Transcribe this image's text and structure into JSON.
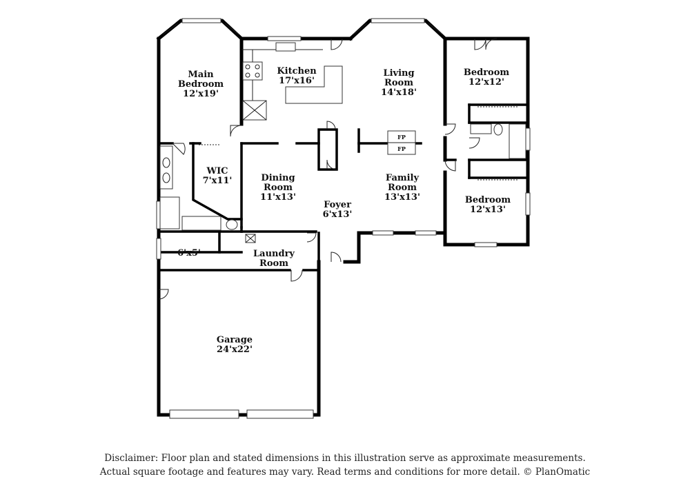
{
  "rooms": {
    "main_bedroom": {
      "name_line1": "Main",
      "name_line2": "Bedroom",
      "size": "12'x19'"
    },
    "kitchen": {
      "name": "Kitchen",
      "size": "17'x16'"
    },
    "living_room": {
      "name_line1": "Living",
      "name_line2": "Room",
      "size": "14'x18'"
    },
    "bedroom_1": {
      "name": "Bedroom",
      "size": "12'x12'"
    },
    "wic": {
      "name": "WIC",
      "size": "7'x11'"
    },
    "dining_room": {
      "name_line1": "Dining",
      "name_line2": "Room",
      "size": "11'x13'"
    },
    "family_room": {
      "name_line1": "Family",
      "name_line2": "Room",
      "size": "13'x13'"
    },
    "foyer": {
      "name": "Foyer",
      "size": "6'x13'"
    },
    "bedroom_2": {
      "name": "Bedroom",
      "size": "12'x13'"
    },
    "storage": {
      "size": "6'x5'"
    },
    "laundry": {
      "name_line1": "Laundry",
      "name_line2": "Room"
    },
    "garage": {
      "name": "Garage",
      "size": "24'x22'"
    }
  },
  "fireplace_labels": [
    "FP",
    "FP"
  ],
  "disclaimer": {
    "line1": "Disclaimer: Floor plan and stated dimensions in this illustration serve as approximate measurements.",
    "line2": "Actual square footage and features may vary. Read terms and conditions for more detail. © PlanOmatic"
  }
}
